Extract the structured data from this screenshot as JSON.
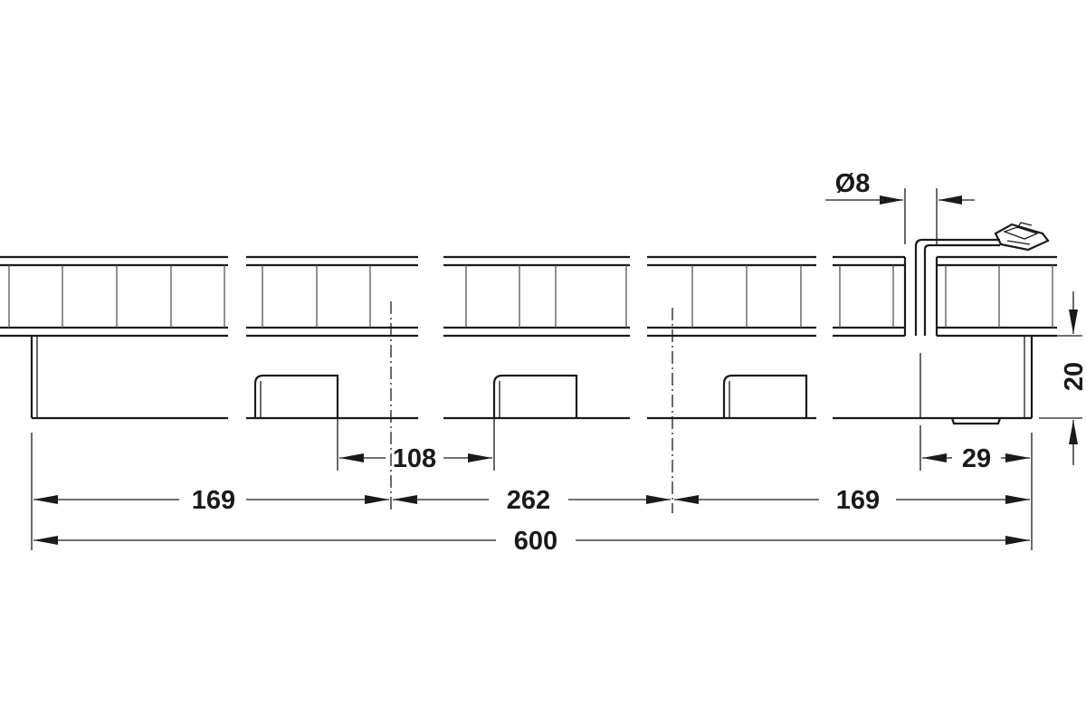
{
  "dimensions": {
    "left_section": "169",
    "middle_section": "262",
    "right_section": "169",
    "overall_length": "600",
    "cutout_gap": "108",
    "cable_diameter": "Ø8",
    "height": "20",
    "end_offset": "29"
  },
  "colors": {
    "line": "#1a1a1a",
    "background": "#ffffff"
  }
}
